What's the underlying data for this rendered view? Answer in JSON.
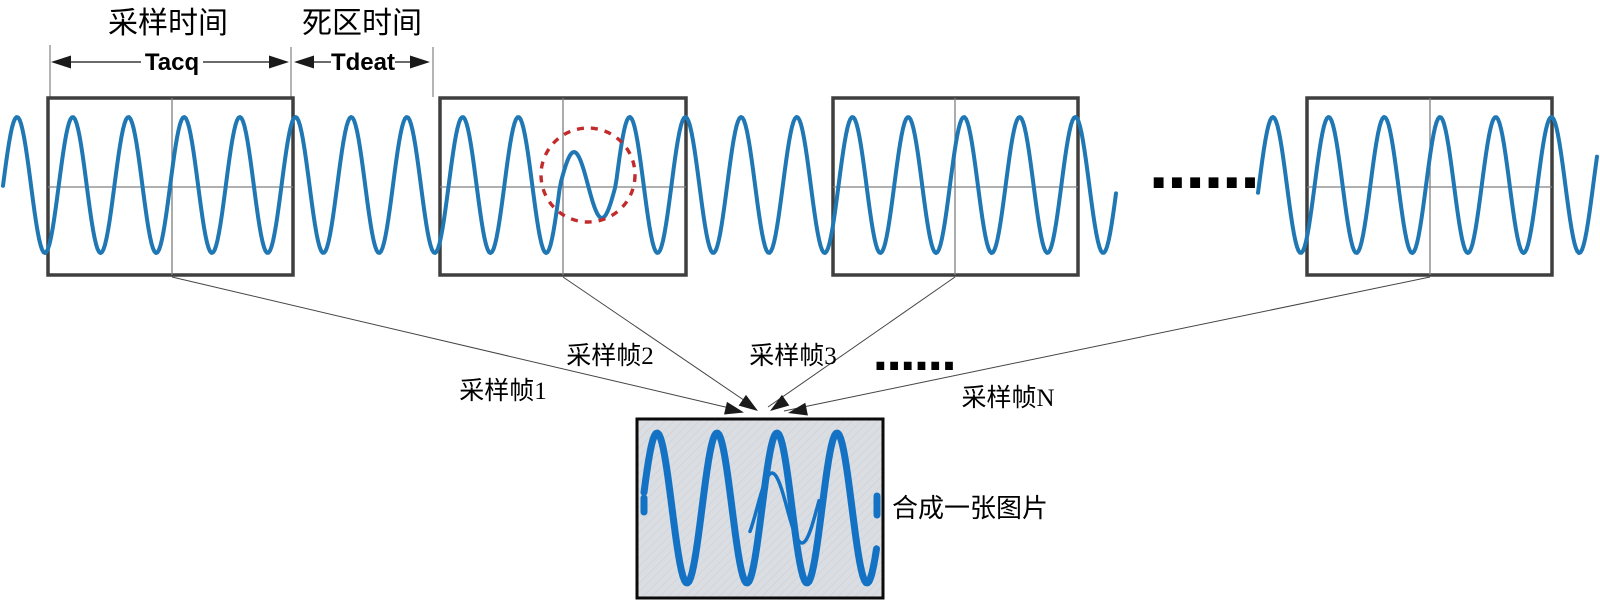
{
  "dimension": {
    "sampling_time_label": "采样时间",
    "dead_time_label": "死区时间",
    "tacq_label": "Tacq",
    "tdeat_label": "Tdeat"
  },
  "frames": {
    "frame1_label": "采样帧1",
    "frame2_label": "采样帧2",
    "frame3_label": "采样帧3",
    "frameN_label": "采样帧N",
    "frames_ellipsis": "......",
    "wave_ellipsis": "......"
  },
  "composite": {
    "label": "合成一张图片"
  },
  "colors": {
    "wave": "#1F77B4",
    "composite_wave": "#1472C4",
    "frame_border": "#3F3F3F",
    "crosshair": "#808080",
    "anomaly_circle": "#C22B2B",
    "composite_fill": "#DADDE1",
    "composite_hatch": "#CDD1D6",
    "connector": "#444444",
    "text": "#000000"
  }
}
